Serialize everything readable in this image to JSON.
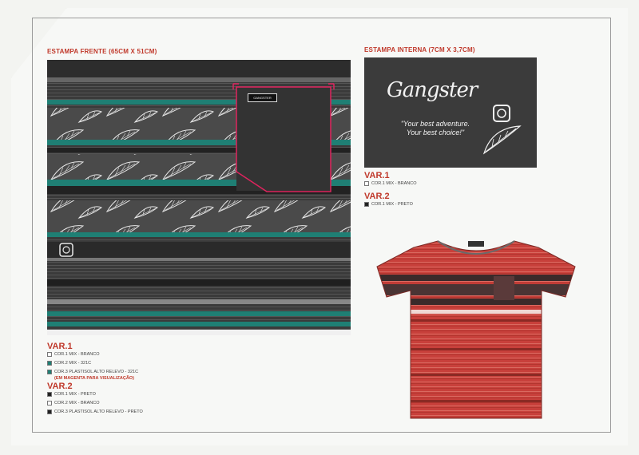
{
  "front": {
    "title": "ESTAMPA FRENTE (65CM X 51CM)",
    "pocket_label": "GANGSTER",
    "var1": {
      "label": "VAR.1",
      "colors": [
        {
          "text": "COR.1 MIX - BRANCO",
          "color": "#ffffff"
        },
        {
          "text": "COR.2 MIX - 321C",
          "color": "#1f7f74"
        },
        {
          "text": "COR.3 PLASTISOL ALTO RELEVO - 321C",
          "color": "#1f7f74"
        }
      ],
      "note": "(EM MAGENTA PARA VISUALIZAÇÃO)"
    },
    "var2": {
      "label": "VAR.2",
      "colors": [
        {
          "text": "COR.1 MIX - PRETO",
          "color": "#222222"
        },
        {
          "text": "COR.2 MIX - BRANCO",
          "color": "#ffffff"
        },
        {
          "text": "COR.3 PLASTISOL ALTO RELEVO - PRETO",
          "color": "#222222"
        }
      ]
    }
  },
  "inner": {
    "title": "ESTAMPA INTERNA (7CM X 3,7CM)",
    "logo": "Gangster",
    "tagline1": "\"Your best adventure.",
    "tagline2": "Your best choice!\"",
    "var1": {
      "label": "VAR.1",
      "colors": [
        {
          "text": "COR.1 MIX - BRANCO",
          "color": "#ffffff"
        }
      ]
    },
    "var2": {
      "label": "VAR.2",
      "colors": [
        {
          "text": "COR.1 MIX - PRETO",
          "color": "#222222"
        }
      ]
    }
  },
  "colors": {
    "accent_red": "#c0392b",
    "teal": "#1f7f74",
    "magenta_guide": "#e0245e",
    "shirt_red": "#c8403b"
  }
}
